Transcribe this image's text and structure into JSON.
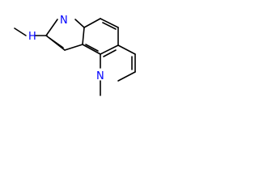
{
  "molecule": {
    "atom_labels": {
      "ring_nitrogen": "N",
      "pyridine_nitrogen": "N",
      "amine_label": "H"
    },
    "colors": {
      "bond": "#000000",
      "heteroatom": "#0000ff"
    }
  }
}
